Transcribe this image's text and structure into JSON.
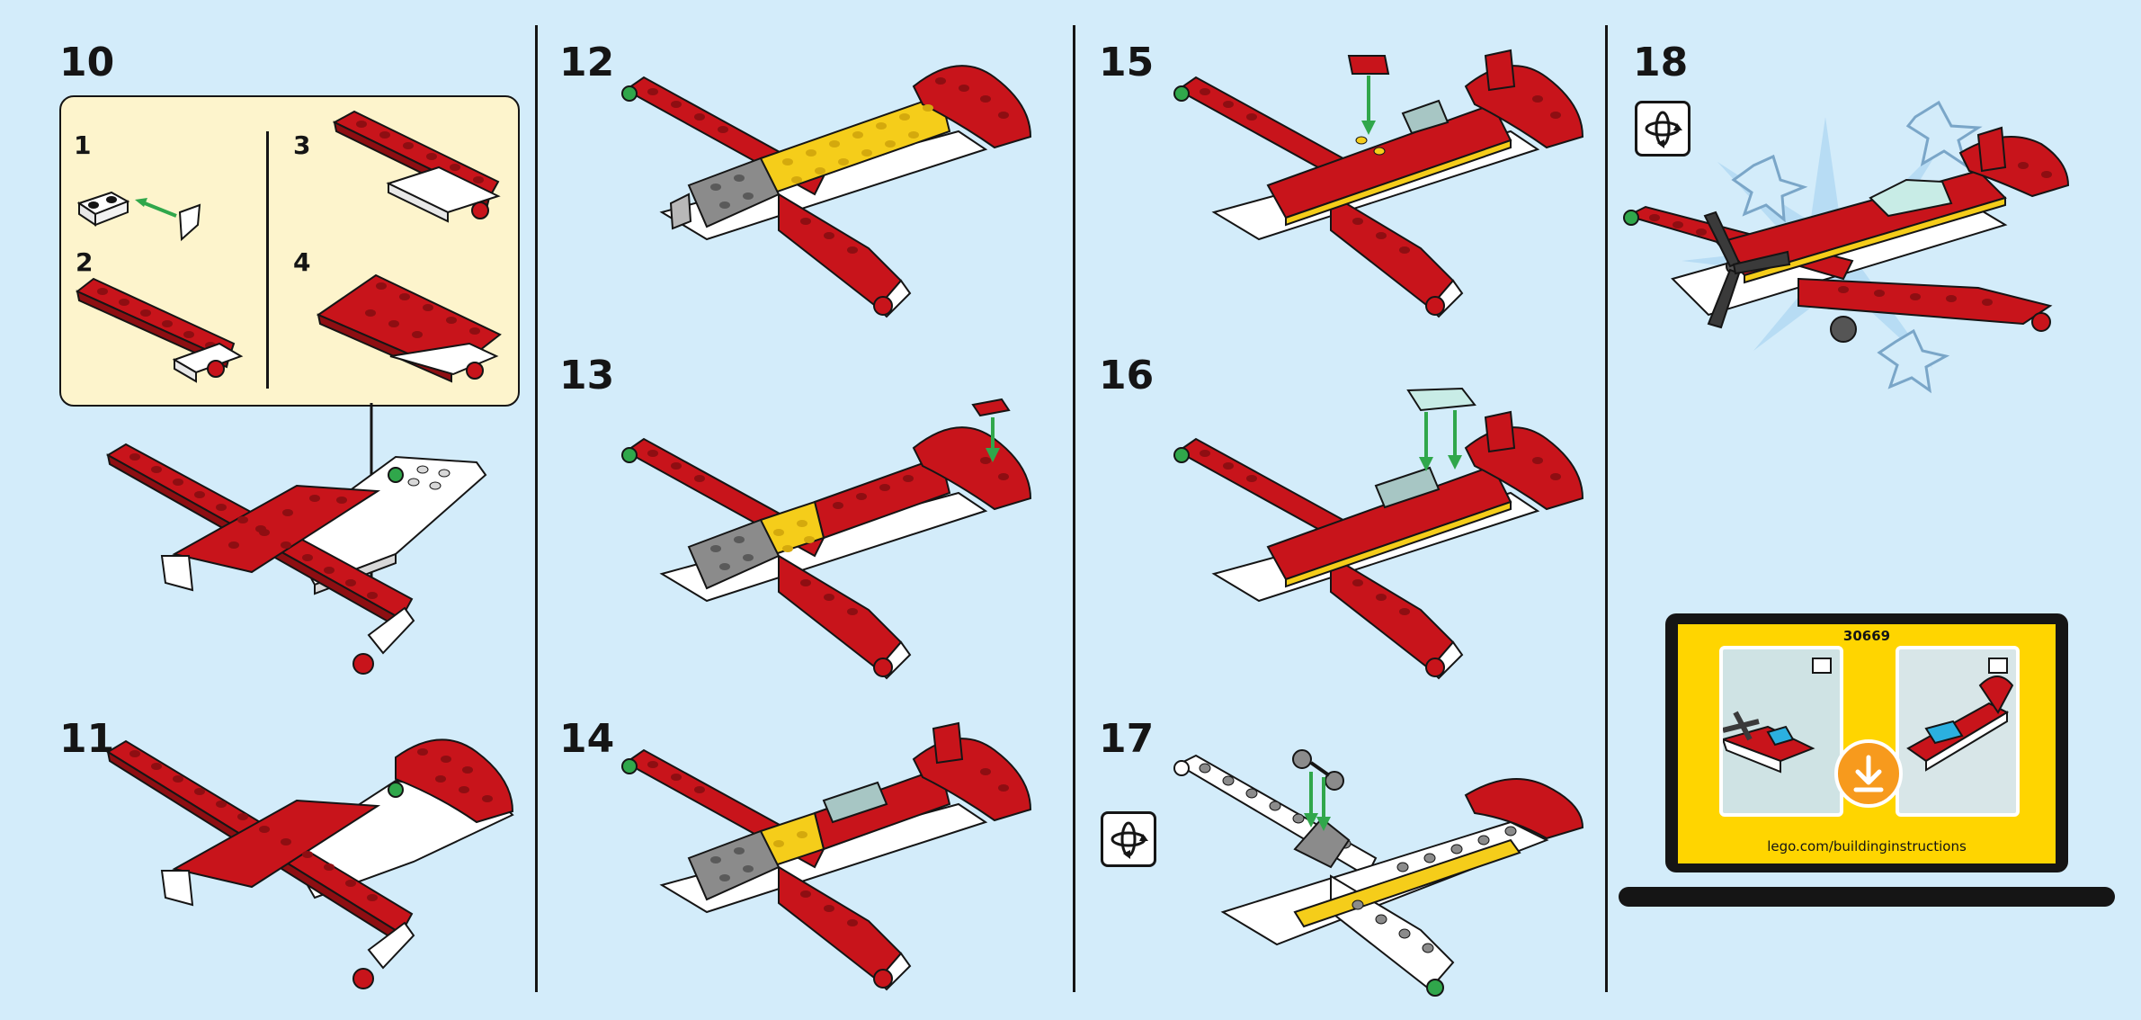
{
  "steps": {
    "s10": "10",
    "s11": "11",
    "s12": "12",
    "s13": "13",
    "s14": "14",
    "s15": "15",
    "s16": "16",
    "s17": "17",
    "s18": "18"
  },
  "substeps": {
    "a": "1",
    "b": "2",
    "c": "3",
    "d": "4"
  },
  "laptop": {
    "set_number": "30669",
    "url": "lego.com/buildinginstructions"
  },
  "icons": {
    "rotate": "rotate-model-icon",
    "download": "download-icon",
    "book": "book-icon",
    "star": "star-icon"
  },
  "colors": {
    "background": "#d3ecfa",
    "brick_red": "#c8141b",
    "brick_yellow": "#f5cd1a",
    "brick_gray": "#8b8b8b",
    "brick_white": "#ffffff",
    "callout_bg": "#fdf4cc",
    "arrow_green": "#30a74b",
    "laptop_yellow": "#ffd500",
    "download_orange": "#f79a1d"
  }
}
